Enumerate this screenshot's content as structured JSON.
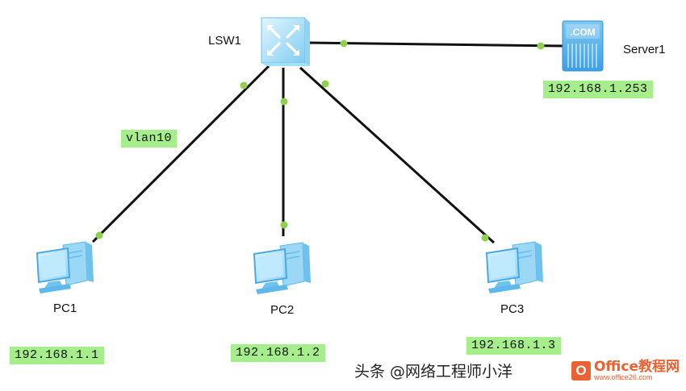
{
  "colors": {
    "link": "#111111",
    "port_dot": "#8fd14f",
    "ip_tag_bg": "#a6ee8c",
    "device_blue": "#5fb8ec",
    "device_light": "#c8ecfb",
    "watermark_accent": "#e8501c"
  },
  "devices": {
    "switch": {
      "name": "LSW1",
      "icon": "switch-icon"
    },
    "server": {
      "name": "Server1",
      "icon": "server-icon",
      "badge": ".COM",
      "ip": "192.168.1.253"
    },
    "pc1": {
      "name": "PC1",
      "icon": "pc-icon",
      "ip": "192.168.1.1"
    },
    "pc2": {
      "name": "PC2",
      "icon": "pc-icon",
      "ip": "192.168.1.2"
    },
    "pc3": {
      "name": "PC3",
      "icon": "pc-icon",
      "ip": "192.168.1.3"
    }
  },
  "links": [
    {
      "from": "switch",
      "to": "server"
    },
    {
      "from": "switch",
      "to": "pc1",
      "label": "vlan10"
    },
    {
      "from": "switch",
      "to": "pc2"
    },
    {
      "from": "switch",
      "to": "pc3"
    }
  ],
  "watermark": {
    "text": "头条 @网络工程师小洋",
    "logo_letter": "O",
    "brand": "Office教程网",
    "url": "www.office26.com"
  }
}
